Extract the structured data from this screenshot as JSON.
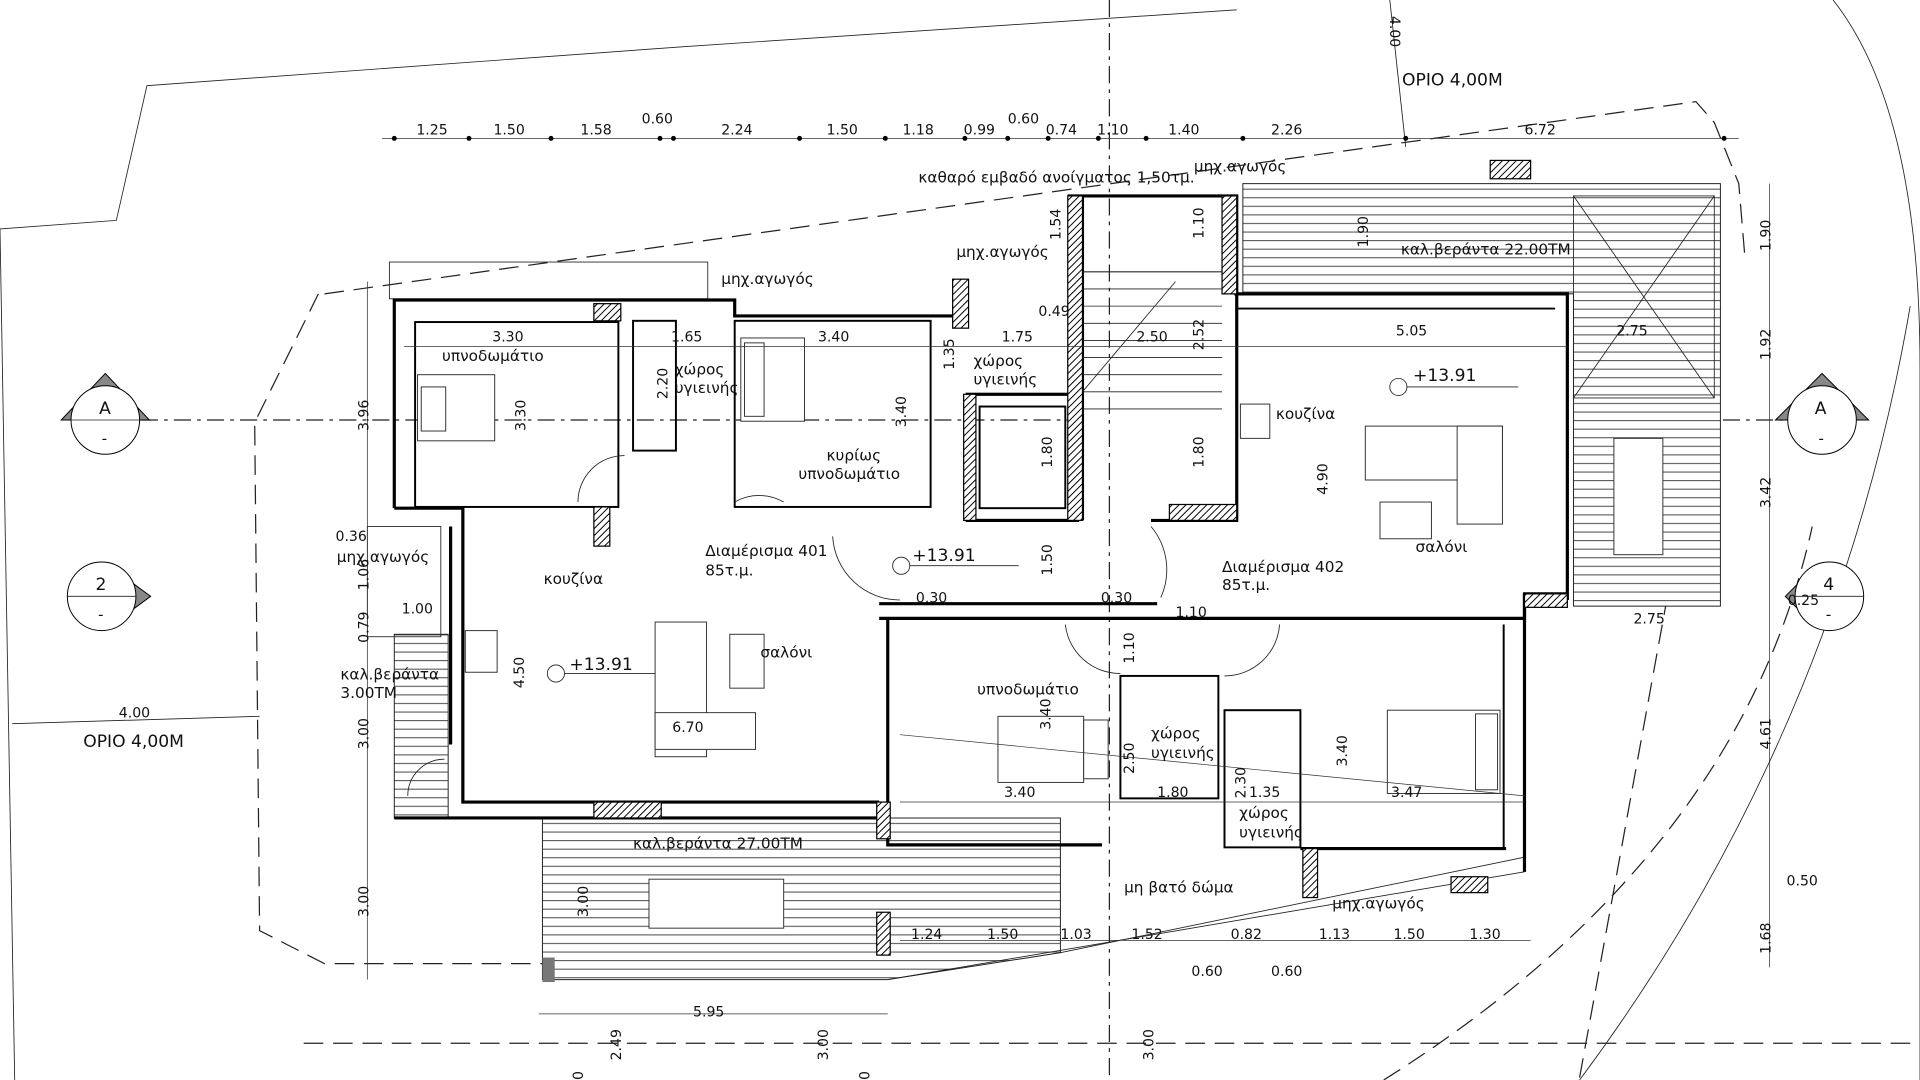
{
  "dims": {
    "top": [
      "1.25",
      "1.50",
      "1.58",
      "0.60",
      "2.24",
      "1.50",
      "1.18",
      "0.99",
      "0.60",
      "0.74",
      "1.10",
      "1.40",
      "2.26",
      "6.72"
    ],
    "inner": [
      "3.30",
      "1.65",
      "3.40",
      "1.75",
      "0.49",
      "2.50",
      "5.05",
      "2.75",
      "2.52",
      "1.10",
      "1.54",
      "1.90",
      "3.30",
      "2.20",
      "1.35",
      "3.40",
      "1.80",
      "1.80",
      "4.90",
      "1.50",
      "0.30",
      "0.30",
      "1.10",
      "1.10",
      "4.50",
      "6.70",
      "3.40",
      "2.50",
      "2.30",
      "1.35",
      "1.80",
      "3.40",
      "3.47",
      "3.40",
      "2.75",
      "0.25"
    ],
    "left": [
      "3.96",
      "0.36",
      "1.06",
      "1.00",
      "0.79",
      "3.00",
      "3.00",
      "3.00"
    ],
    "right": [
      "1.90",
      "1.92",
      "3.42",
      "4.61",
      "0.50",
      "1.68"
    ],
    "bottom": [
      "1.24",
      "1.50",
      "1.03",
      "1.52",
      "0.82",
      "1.13",
      "1.50",
      "1.30",
      "0.60",
      "0.60",
      "5.95",
      "2.49",
      "0",
      "3.00",
      "0",
      "3.00"
    ],
    "boundary": [
      "4.00",
      "4.00"
    ]
  },
  "labels": {
    "opening_area": "καθαρό εμβαδό ανοίγματος 1,50τμ.",
    "duct": "μηχ.αγωγός",
    "limit": "ΟΡΙΟ 4,00Μ",
    "veranda_22": "καλ.βεράντα 22.00ΤΜ",
    "veranda_27": "καλ.βεράντα 27.00ΤΜ",
    "veranda_3_a": "καλ.βεράντα",
    "veranda_3_b": "3.00ΤΜ",
    "roof": "μη βατό δώμα",
    "elevation": "+13.91"
  },
  "rooms": {
    "bedroom": "υπνοδωμάτιο",
    "wc_a": "χώρος",
    "wc_b": "υγιεινής",
    "master_a": "κυρίως",
    "master_b": "υπνοδωμάτιο",
    "kitchen": "κουζίνα",
    "living": "σαλόνι",
    "apt401": "Διαμέρισμα  401",
    "apt402": "Διαμέρισμα  402",
    "area": "85τ.μ."
  },
  "markers": {
    "section_a": "A",
    "elev_2": "2",
    "elev_4": "4",
    "dash": "-"
  }
}
